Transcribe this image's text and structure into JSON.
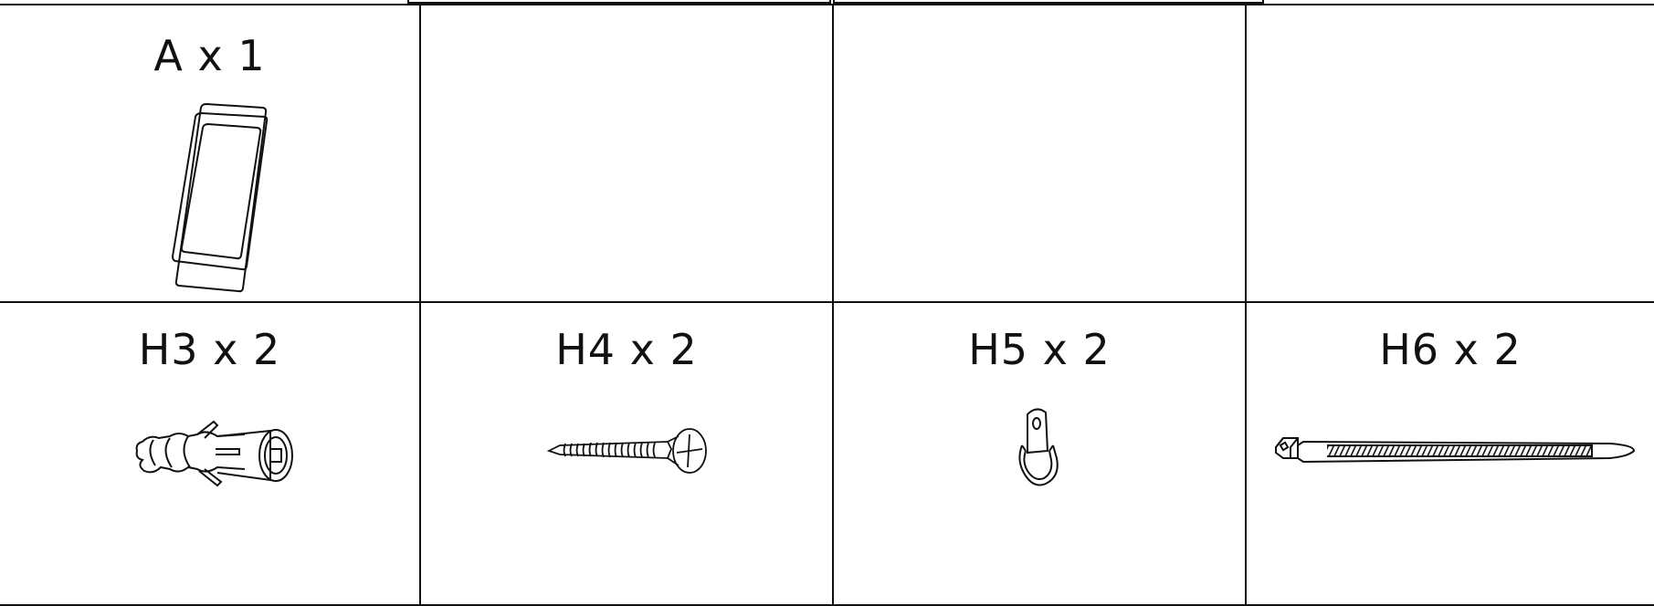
{
  "parts": [
    {
      "id": "A",
      "label": "A x 1",
      "icon": "bracket-plate-icon"
    },
    {
      "id": "blank-2",
      "label": "",
      "icon": ""
    },
    {
      "id": "blank-3",
      "label": "",
      "icon": ""
    },
    {
      "id": "blank-4",
      "label": "",
      "icon": ""
    },
    {
      "id": "H3",
      "label": "H3 x 2",
      "icon": "wall-anchor-icon"
    },
    {
      "id": "H4",
      "label": "H4 x 2",
      "icon": "screw-icon"
    },
    {
      "id": "H5",
      "label": "H5 x 2",
      "icon": "d-ring-hanger-icon"
    },
    {
      "id": "H6",
      "label": "H6 x 2",
      "icon": "cable-tie-icon"
    }
  ]
}
